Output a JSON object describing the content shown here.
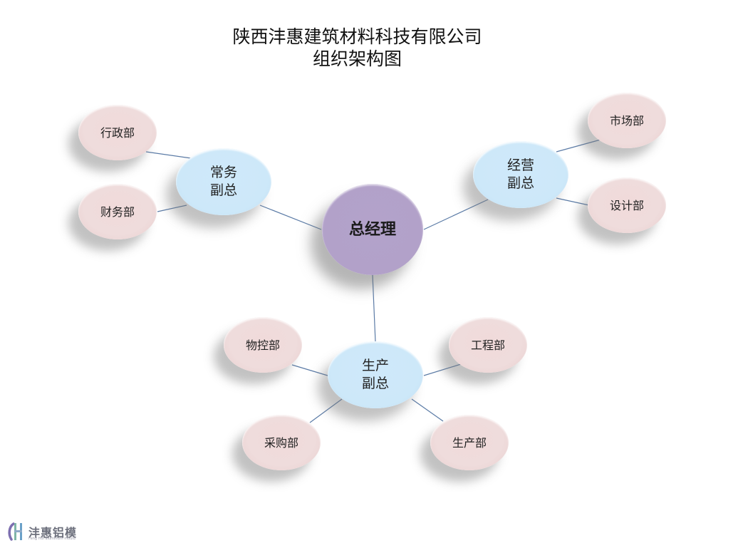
{
  "title": {
    "line1": "陕西沣惠建筑材料科技有限公司",
    "line2": "组织架构图"
  },
  "colors": {
    "ceo_fill": "#b3a2c9",
    "vp_fill": "#cde8f9",
    "dept_fill": "#f0dcdc",
    "connector": "#5b7ba6"
  },
  "org": {
    "ceo": {
      "label": "总经理"
    },
    "vps": [
      {
        "id": "admin-vp",
        "label": "常务\n副总",
        "departments": [
          {
            "label": "行政部"
          },
          {
            "label": "财务部"
          }
        ]
      },
      {
        "id": "business-vp",
        "label": "经营\n副总",
        "departments": [
          {
            "label": "市场部"
          },
          {
            "label": "设计部"
          }
        ]
      },
      {
        "id": "production-vp",
        "label": "生产\n副总",
        "departments": [
          {
            "label": "物控部"
          },
          {
            "label": "工程部"
          },
          {
            "label": "采购部"
          },
          {
            "label": "生产部"
          }
        ]
      }
    ]
  },
  "logo": {
    "name": "沣惠铝模",
    "subtitle": "Feng Hui aluminum mould"
  }
}
